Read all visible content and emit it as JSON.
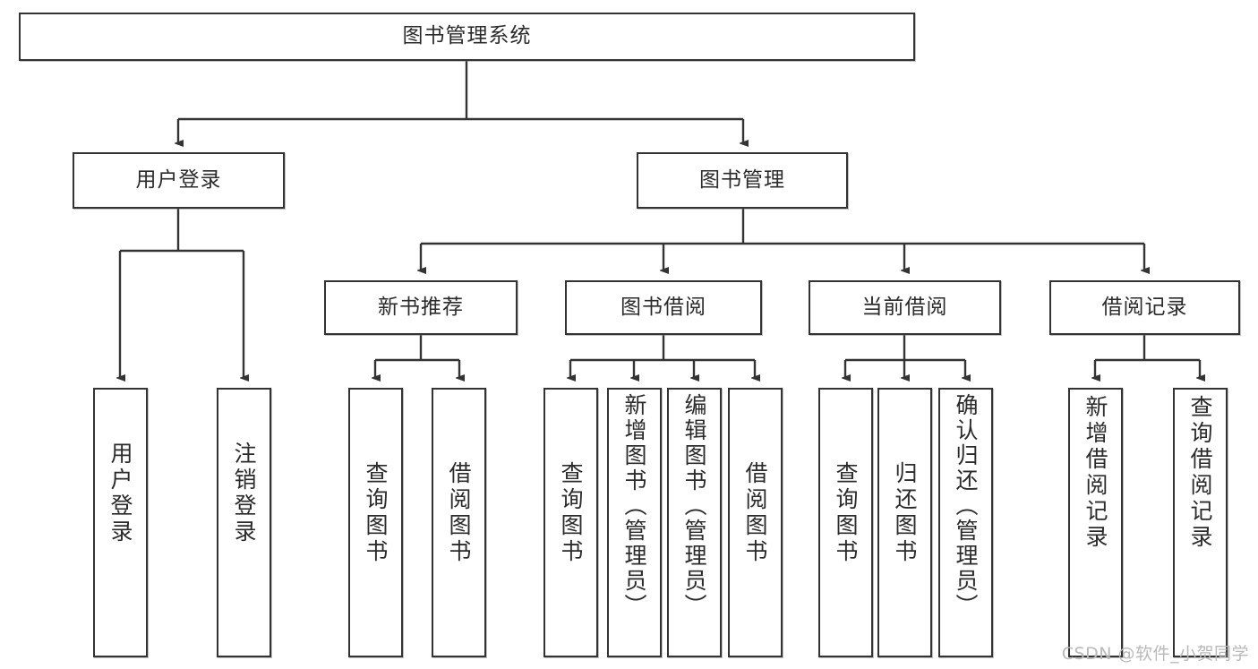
{
  "diagram": {
    "title": "图书管理系统",
    "type": "tree-hierarchy-diagram",
    "colors": {
      "box_border": "#333333",
      "box_fill": "#ffffff",
      "edge": "#333333",
      "text": "#2b2b2b",
      "watermark": "#b9b9b9"
    },
    "root": {
      "label": "图书管理系统"
    },
    "level2": [
      {
        "label": "用户登录"
      },
      {
        "label": "图书管理"
      }
    ],
    "level3": [
      {
        "label": "新书推荐"
      },
      {
        "label": "图书借阅"
      },
      {
        "label": "当前借阅"
      },
      {
        "label": "借阅记录"
      }
    ],
    "leaves": [
      {
        "label": "用户登录"
      },
      {
        "label": "注销登录"
      },
      {
        "label": "查询图书"
      },
      {
        "label": "借阅图书"
      },
      {
        "label": "查询图书"
      },
      {
        "label": "新增图书（管理员）"
      },
      {
        "label": "编辑图书（管理员）"
      },
      {
        "label": "借阅图书"
      },
      {
        "label": "查询图书"
      },
      {
        "label": "归还图书"
      },
      {
        "label": "确认归还（管理员）"
      },
      {
        "label": "新增借阅记录"
      },
      {
        "label": "查询借阅记录"
      }
    ]
  },
  "watermark": {
    "text": "CSDN @软件_小贺同学"
  }
}
